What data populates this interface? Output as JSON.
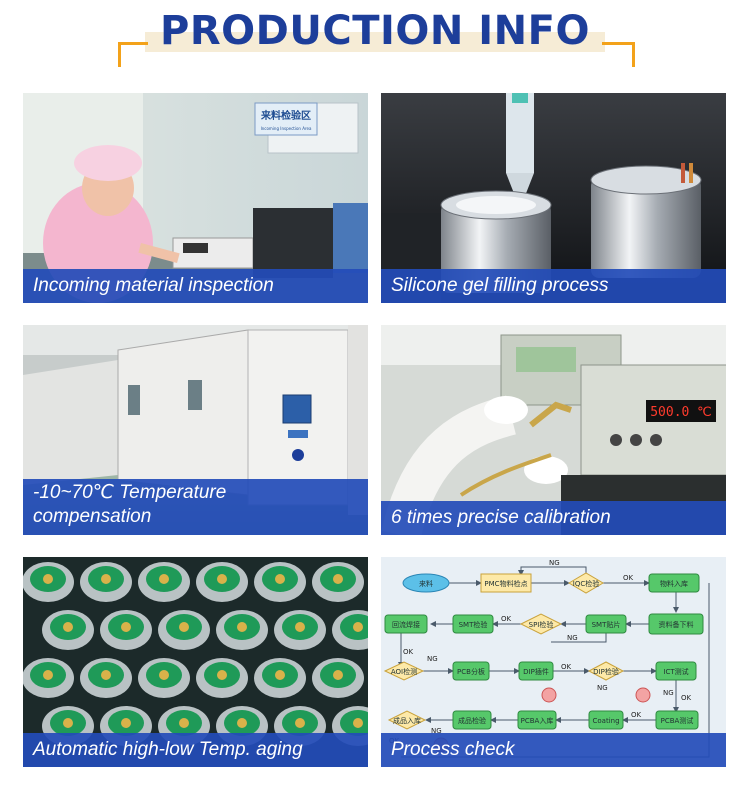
{
  "header": {
    "title": "PRODUCTION INFO"
  },
  "panels": [
    {
      "caption": "Incoming material inspection",
      "sign": "来料检验区",
      "sign_sub": "Incoming Inspection Area"
    },
    {
      "caption": "Silicone gel filling process"
    },
    {
      "caption_line1": "-10~70℃ Temperature",
      "caption_line2": "compensation"
    },
    {
      "caption": "6 times precise calibration",
      "display": "500.0 ℃"
    },
    {
      "caption": "Automatic high-low Temp. aging"
    },
    {
      "caption": "Process check"
    }
  ],
  "flowchart": {
    "nodes": {
      "start": "来料",
      "pmc": "PMC物料检点",
      "iqc": "IQC检验",
      "warehouse": "物料入库",
      "smt_store": "资料备下料",
      "smt_check": "SMT检验",
      "spi": "SPI检验",
      "smt": "SMT贴片",
      "rework": "回流焊接",
      "aoi": "AOI检测",
      "pcb": "PCB分板",
      "dip": "DIP插件",
      "dip_check": "DIP检验",
      "ict": "ICT测试",
      "coating": "Coating",
      "pcba_in": "PCBA入库",
      "pcba_test": "PCBA测试",
      "finished": "成品检验",
      "ship": "成品入库"
    },
    "labels": {
      "ok": "OK",
      "ng": "NG"
    }
  },
  "colors": {
    "title": "#1d3e9a",
    "accent": "#f3a21a",
    "caption_bg": "#234cb9"
  }
}
